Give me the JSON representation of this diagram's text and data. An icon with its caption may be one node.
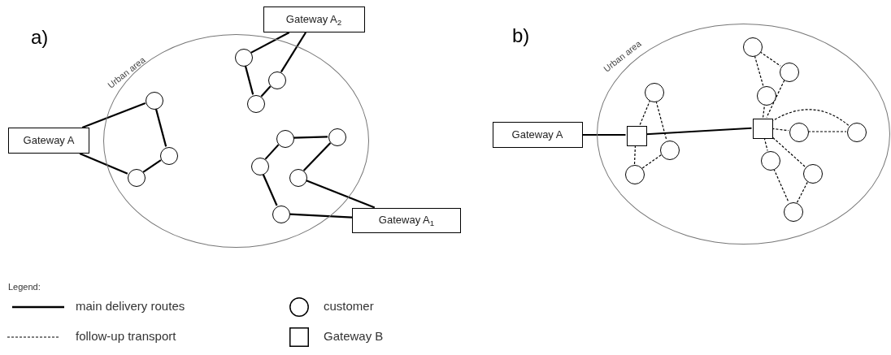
{
  "diagram": {
    "nodes": [
      {
        "text": [
          "Urban area"
        ]
      },
      {
        "text": [
          "Gateway A$_{2}$"
        ]
      },
      {
        "text": [
          "Gateway A"
        ]
      },
      {
        "text": [
          "Gateway A$_{1}$"
        ]
      },
      {
        "text": [],
        "shape": "circle",
        "in": 0
      },
      {
        "text": [],
        "shape": "circle",
        "in": 0
      },
      {
        "text": [],
        "shape": "circle",
        "in": 0
      },
      {
        "text": [],
        "shape": "circle",
        "in": 0
      },
      {
        "text": [],
        "shape": "circle",
        "in": 0
      },
      {
        "text": [],
        "shape": "circle",
        "in": 0
      },
      {
        "text": [],
        "shape": "circle",
        "in": 0
      },
      {
        "text": [],
        "shape": "circle",
        "in": 0
      },
      {
        "text": [],
        "shape": "circle",
        "in": 0
      },
      {
        "text": [],
        "shape": "circle",
        "in": 0
      },
      {
        "text": [],
        "shape": "circle",
        "in": 0
      },
      {
        "text": [
          "Urban area"
        ]
      },
      {
        "text": [
          "Gateway A"
        ]
      },
      {
        "text": [],
        "shape": "box",
        "in": 15
      },
      {
        "text": [],
        "shape": "box",
        "in": 15
      },
      {
        "text": [],
        "shape": "circle",
        "in": 15
      },
      {
        "text": [],
        "shape": "circle",
        "in": 15
      },
      {
        "text": [],
        "shape": "circle",
        "in": 15
      },
      {
        "text": [],
        "shape": "circle",
        "in": 15
      },
      {
        "text": [],
        "shape": "circle",
        "in": 15
      },
      {
        "text": [],
        "shape": "circle",
        "in": 15
      },
      {
        "text": [],
        "shape": "circle",
        "in": 15
      },
      {
        "text": [],
        "shape": "circle",
        "in": 15
      },
      {
        "text": [],
        "shape": "circle",
        "in": 15
      },
      {
        "text": [],
        "shape": "circle",
        "in": 15
      },
      {
        "text": [],
        "shape": "circle",
        "in": 15
      }
    ],
    "edges": [
      {
        "from": 2,
        "to": 6,
        "arrow": "none"
      },
      {
        "from": 6,
        "to": 10,
        "arrow": "none"
      },
      {
        "from": 10,
        "to": 12,
        "arrow": "none"
      },
      {
        "from": 12,
        "to": 2,
        "arrow": "none"
      },
      {
        "from": 1,
        "to": 4,
        "arrow": "none"
      },
      {
        "from": 4,
        "to": 7,
        "arrow": "none"
      },
      {
        "from": 7,
        "to": 5,
        "arrow": "none"
      },
      {
        "from": 5,
        "to": 1,
        "arrow": "none"
      },
      {
        "from": 3,
        "to": 13,
        "arrow": "none"
      },
      {
        "from": 13,
        "to": 9,
        "arrow": "none"
      },
      {
        "from": 9,
        "to": 8,
        "arrow": "none"
      },
      {
        "from": 8,
        "to": 11,
        "arrow": "none"
      },
      {
        "from": 11,
        "to": 14,
        "arrow": "none"
      },
      {
        "from": 14,
        "to": 3,
        "arrow": "none"
      },
      {
        "from": 16,
        "to": 17,
        "arrow": "none"
      },
      {
        "from": 17,
        "to": 18,
        "arrow": "none"
      },
      {
        "from": 17,
        "to": 21,
        "arrow": "none",
        "style": "dashed"
      },
      {
        "from": 21,
        "to": 25,
        "arrow": "none",
        "style": "dashed"
      },
      {
        "from": 25,
        "to": 28,
        "arrow": "none",
        "style": "dashed"
      },
      {
        "from": 28,
        "to": 17,
        "arrow": "none",
        "style": "dashed"
      },
      {
        "from": 18,
        "to": 22,
        "arrow": "none",
        "style": "dashed"
      },
      {
        "from": 22,
        "to": 19,
        "arrow": "none",
        "style": "dashed"
      },
      {
        "from": 19,
        "to": 20,
        "arrow": "none",
        "style": "dashed"
      },
      {
        "from": 20,
        "to": 18,
        "arrow": "none",
        "style": "dashed"
      },
      {
        "from": 18,
        "to": 23,
        "arrow": "none",
        "style": "dashed"
      },
      {
        "from": 23,
        "to": 24,
        "arrow": "none",
        "style": "dashed"
      },
      {
        "from": 24,
        "to": 18,
        "arrow": "none",
        "style": "dashed"
      },
      {
        "from": 18,
        "to": 26,
        "arrow": "none",
        "style": "dashed"
      },
      {
        "from": 26,
        "to": 29,
        "arrow": "none",
        "style": "dashed"
      },
      {
        "from": 29,
        "to": 27,
        "arrow": "none",
        "style": "dashed"
      },
      {
        "from": 27,
        "to": 18,
        "arrow": "none",
        "style": "dashed"
      }
    ],
    "labels": [
      "a)",
      "b)",
      "Legend:"
    ],
    "legend": [
      {
        "text": "main delivery routes"
      },
      {
        "text": "customer"
      },
      {
        "text": "follow-up transport"
      },
      {
        "text": "Gateway B"
      }
    ]
  }
}
